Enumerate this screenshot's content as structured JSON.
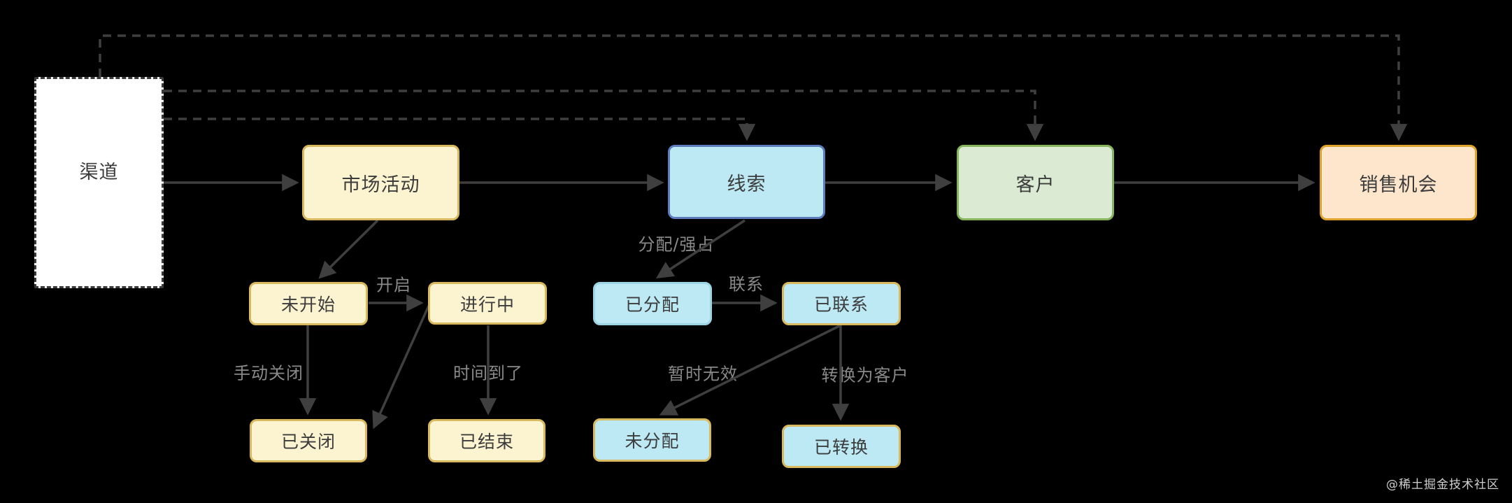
{
  "diagram": {
    "title_hint": "CRM 渠道-线索-客户 流程状态图",
    "nodes": {
      "channel": {
        "label": "渠道"
      },
      "market_activity": {
        "label": "市场活动"
      },
      "lead": {
        "label": "线索"
      },
      "customer": {
        "label": "客户"
      },
      "opportunity": {
        "label": "销售机会"
      },
      "not_started": {
        "label": "未开始"
      },
      "in_progress": {
        "label": "进行中"
      },
      "closed": {
        "label": "已关闭"
      },
      "ended": {
        "label": "已结束"
      },
      "assigned": {
        "label": "已分配"
      },
      "contacted": {
        "label": "已联系"
      },
      "unassigned": {
        "label": "未分配"
      },
      "converted": {
        "label": "已转换"
      }
    },
    "edge_labels": {
      "open": "开启",
      "manual_close": "手动关闭",
      "time_up": "时间到了",
      "assign": "分配/强占",
      "contact": "联系",
      "temp_invalid": "暂时无效",
      "convert": "转换为客户"
    },
    "edges": [
      {
        "from": "channel",
        "to": "market_activity",
        "style": "solid",
        "label": ""
      },
      {
        "from": "market_activity",
        "to": "lead",
        "style": "solid",
        "label": ""
      },
      {
        "from": "lead",
        "to": "customer",
        "style": "solid",
        "label": ""
      },
      {
        "from": "customer",
        "to": "opportunity",
        "style": "solid",
        "label": ""
      },
      {
        "from": "channel",
        "to": "lead",
        "style": "dashed",
        "label": ""
      },
      {
        "from": "channel",
        "to": "customer",
        "style": "dashed",
        "label": ""
      },
      {
        "from": "channel",
        "to": "opportunity",
        "style": "dashed",
        "label": ""
      },
      {
        "from": "market_activity",
        "to": "not_started",
        "style": "solid",
        "label": ""
      },
      {
        "from": "not_started",
        "to": "in_progress",
        "style": "solid",
        "label": "开启"
      },
      {
        "from": "not_started",
        "to": "closed",
        "style": "solid",
        "label": "手动关闭"
      },
      {
        "from": "in_progress",
        "to": "ended",
        "style": "solid",
        "label": "时间到了"
      },
      {
        "from": "in_progress",
        "to": "closed",
        "style": "solid",
        "label": ""
      },
      {
        "from": "lead",
        "to": "assigned",
        "style": "solid",
        "label": "分配/强占"
      },
      {
        "from": "assigned",
        "to": "contacted",
        "style": "solid",
        "label": "联系"
      },
      {
        "from": "contacted",
        "to": "unassigned",
        "style": "solid",
        "label": "暂时无效"
      },
      {
        "from": "contacted",
        "to": "converted",
        "style": "solid",
        "label": "转换为客户"
      }
    ],
    "colors": {
      "background": "#000000",
      "line": "#3f3f3f",
      "edge_label_text": "#8a8a8a",
      "node_text": "#3c3c3c",
      "yellow_fill": "#fcf3d0",
      "yellow_stroke": "#d9b95f",
      "cyan_fill": "#bce9f3",
      "lead_stroke": "#5d7dbe",
      "cyan_stroke": "#9ed5e5",
      "green_fill": "#dbead2",
      "green_stroke": "#85b55e",
      "orange_fill": "#fde6cc",
      "orange_stroke": "#dfa32b",
      "channel_fill": "#ffffff",
      "channel_stroke": "#3a3a3a"
    },
    "watermark": "@稀土掘金技术社区"
  }
}
